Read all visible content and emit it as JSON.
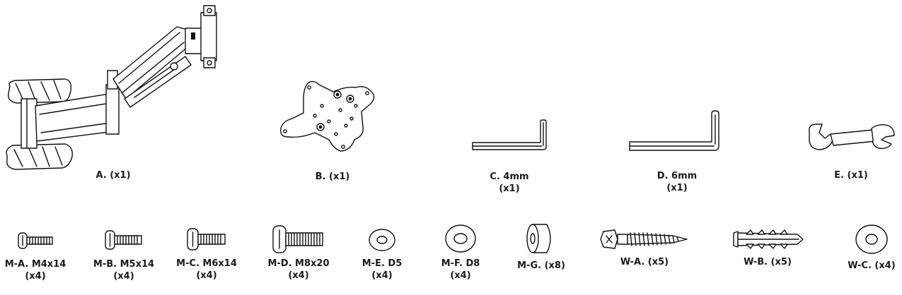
{
  "parts": {
    "a": {
      "label": "A. (x1)"
    },
    "b": {
      "label": "B. (x1)"
    },
    "c": {
      "label": "C. 4mm",
      "qty": "(x1)"
    },
    "d": {
      "label": "D. 6mm",
      "qty": "(x1)"
    },
    "e": {
      "label": "E. (x1)"
    }
  },
  "hardware": {
    "ma": {
      "label": "M-A. M4x14",
      "qty": "(x4)"
    },
    "mb": {
      "label": "M-B. M5x14",
      "qty": "(x4)"
    },
    "mc": {
      "label": "M-C. M6x14",
      "qty": "(x4)"
    },
    "md": {
      "label": "M-D. M8x20",
      "qty": "(x4)"
    },
    "me": {
      "label": "M-E. D5",
      "qty": "(x4)"
    },
    "mf": {
      "label": "M-F. D8",
      "qty": "(x4)"
    },
    "mg": {
      "label": "M-G. (x8)"
    },
    "wa": {
      "label": "W-A. (x5)"
    },
    "wb": {
      "label": "W-B. (x5)"
    },
    "wc": {
      "label": "W-C. (x4)"
    }
  }
}
